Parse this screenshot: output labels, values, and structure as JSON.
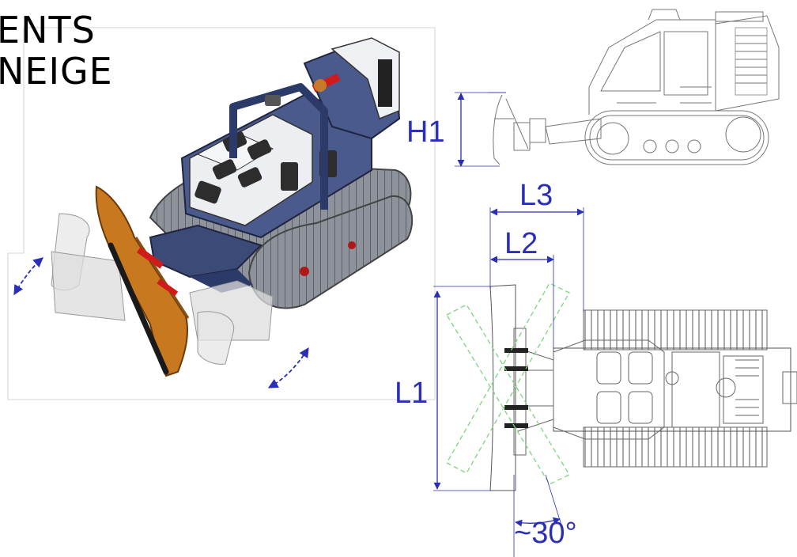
{
  "title": {
    "line1": "ENTS",
    "line2": "NEIGE"
  },
  "dimensions": {
    "h1": "H1",
    "l1": "L1",
    "l2": "L2",
    "l3": "L3",
    "angle": "~30°"
  },
  "colors": {
    "dimension": "#2a2fb5",
    "blade": "#c8781e",
    "chassis": "#3c4a78",
    "hydraulic": "#d01b1b",
    "alt_blade": "#7cd67c"
  }
}
